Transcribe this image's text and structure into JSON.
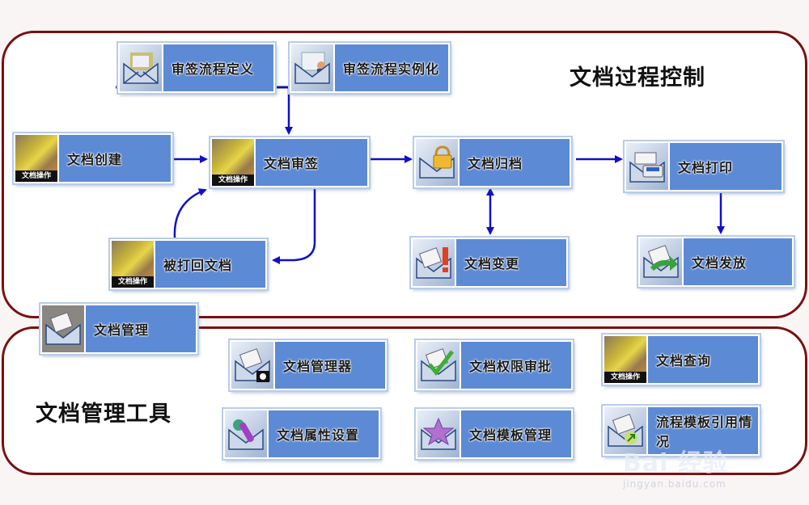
{
  "sections": {
    "process_control": "文档过程控制",
    "management_tools": "文档管理工具"
  },
  "nodes": {
    "review_flow_definition": {
      "label": "审签流程定义",
      "icon": "envelope-document-icon"
    },
    "review_flow_instance": {
      "label": "审签流程实例化",
      "icon": "envelope-person-icon"
    },
    "doc_create": {
      "label": "文档创建",
      "icon": "document-operation-icon",
      "tag": "文档操作"
    },
    "doc_review": {
      "label": "文档审签",
      "icon": "document-operation-icon",
      "tag": "文档操作"
    },
    "doc_archive": {
      "label": "文档归档",
      "icon": "envelope-lock-icon"
    },
    "doc_print": {
      "label": "文档打印",
      "icon": "envelope-printer-icon"
    },
    "doc_rejected": {
      "label": "被打回文档",
      "icon": "document-operation-icon",
      "tag": "文档操作"
    },
    "doc_change": {
      "label": "文档变更",
      "icon": "envelope-alert-icon"
    },
    "doc_release": {
      "label": "文档发放",
      "icon": "envelope-arrow-icon"
    },
    "doc_management": {
      "label": "文档管理",
      "icon": "envelope-document-icon"
    },
    "doc_manager": {
      "label": "文档管理器",
      "icon": "envelope-gear-icon"
    },
    "doc_permission_approval": {
      "label": "文档权限审批",
      "icon": "envelope-check-icon"
    },
    "doc_query": {
      "label": "文档查询",
      "icon": "document-operation-icon",
      "tag": "文档操作"
    },
    "doc_property_settings": {
      "label": "文档属性设置",
      "icon": "envelope-tools-icon"
    },
    "doc_template_management": {
      "label": "文档模板管理",
      "icon": "envelope-star-icon"
    },
    "flow_template_usage": {
      "label": "流程模板引用情况",
      "icon": "envelope-share-icon"
    }
  },
  "edges": [
    {
      "from": "review_flow_definition",
      "to": "doc_review"
    },
    {
      "from": "review_flow_instance",
      "to": "doc_review"
    },
    {
      "from": "doc_create",
      "to": "doc_review"
    },
    {
      "from": "doc_review",
      "to": "doc_archive"
    },
    {
      "from": "doc_archive",
      "to": "doc_print"
    },
    {
      "from": "doc_review",
      "to": "doc_rejected"
    },
    {
      "from": "doc_rejected",
      "to": "doc_review"
    },
    {
      "from": "doc_archive",
      "to": "doc_change",
      "bidirectional": true
    },
    {
      "from": "doc_print",
      "to": "doc_release"
    }
  ],
  "watermark": {
    "brand": "Bai 经验",
    "url_text": "jingyan.baidu.com"
  },
  "colors": {
    "panel_border": "#7a1010",
    "node_fill": "#5d8ad4",
    "arrow": "#1010c8"
  }
}
